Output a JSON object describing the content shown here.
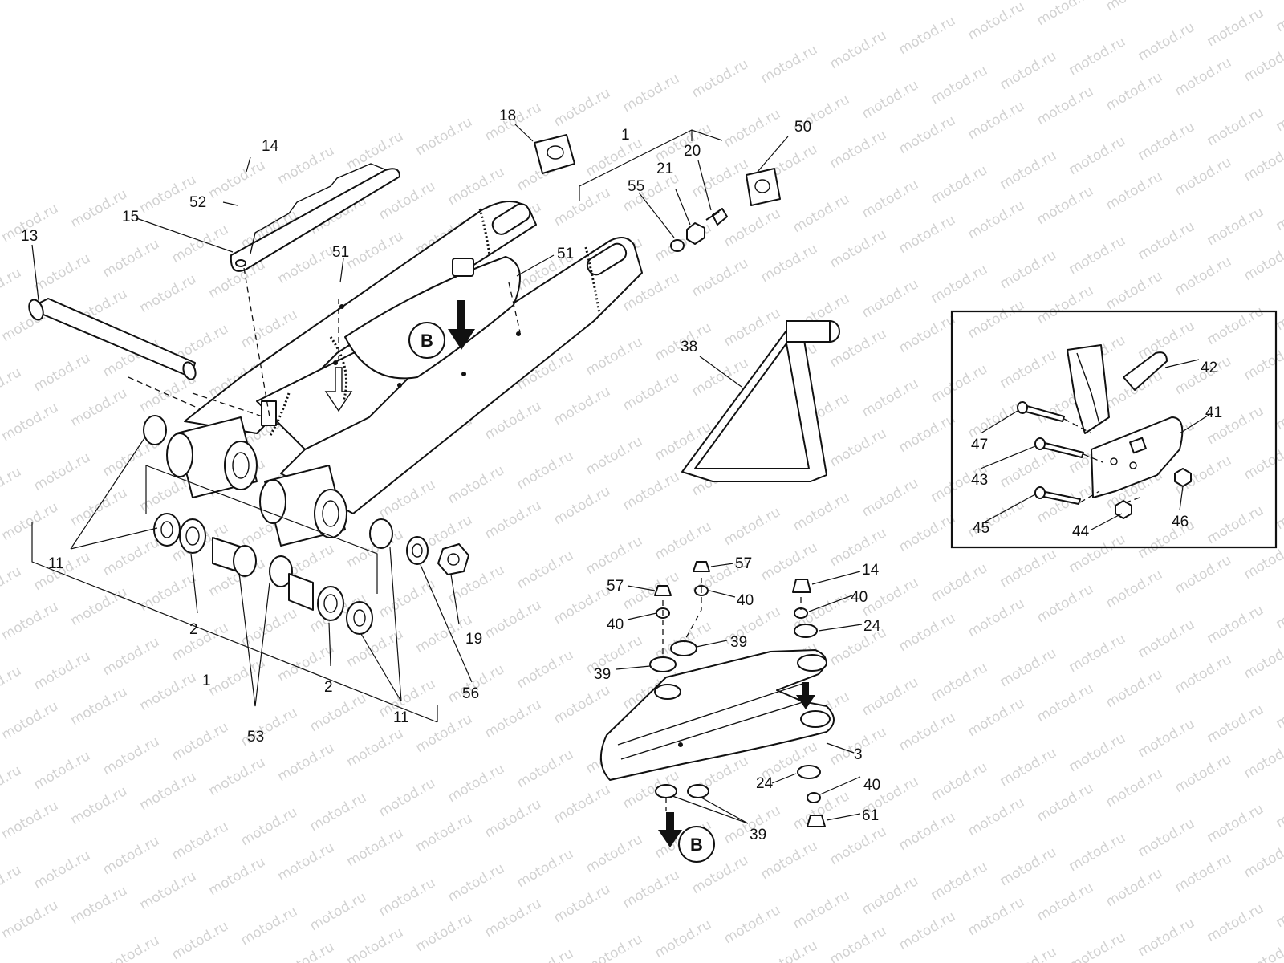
{
  "watermark": "motod.ru",
  "colors": {
    "line": "#111111",
    "watermark": "#d2d2d2",
    "background": "#ffffff"
  },
  "callouts": {
    "c13": "13",
    "c14a": "14",
    "c52": "52",
    "c15": "15",
    "c51a": "51",
    "c51b": "51",
    "c18": "18",
    "c1a": "1",
    "c55": "55",
    "c21": "21",
    "c20": "20",
    "c50": "50",
    "c38": "38",
    "c11a": "11",
    "c2a": "2",
    "c53": "53",
    "c1b": "1",
    "c2b": "2",
    "c11b": "11",
    "c56": "56",
    "c19": "19",
    "c57a": "57",
    "c57b": "57",
    "c40a": "40",
    "c40b": "40",
    "c40c": "40",
    "c40d": "40",
    "c39a": "39",
    "c39b": "39",
    "c39c": "39",
    "c14b": "14",
    "c24a": "24",
    "c24b": "24",
    "c3": "3",
    "c61": "61",
    "c42": "42",
    "c41": "41",
    "c47": "47",
    "c43": "43",
    "c45": "45",
    "c44": "44",
    "c46": "46"
  },
  "view_markers": {
    "upper": "B",
    "lower": "B"
  }
}
